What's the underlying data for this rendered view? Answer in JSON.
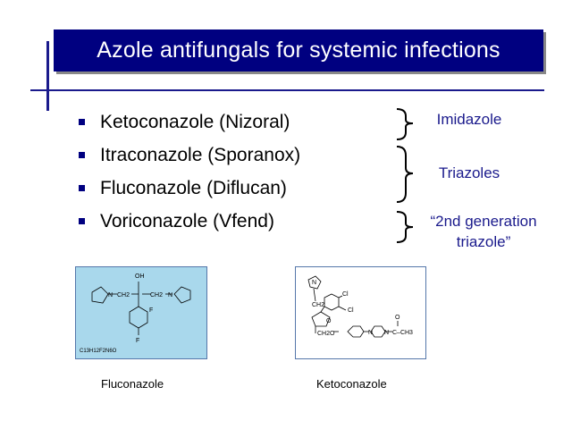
{
  "title": "Azole antifungals for systemic infections",
  "drugs": [
    {
      "label": "Ketoconazole (Nizoral)"
    },
    {
      "label": "Itraconazole (Sporanox)"
    },
    {
      "label": "Fluconazole (Diflucan)"
    },
    {
      "label": "Voriconazole (Vfend)"
    }
  ],
  "classes": {
    "imidazole": "Imidazole",
    "triazoles": "Triazoles",
    "second_gen_line1": "“2nd generation",
    "second_gen_line2": "triazole”"
  },
  "structures": {
    "fluconazole": {
      "caption": "Fluconazole",
      "formula": "C13H12F2N6O",
      "labels": {
        "oh": "OH",
        "n1": "N",
        "n2": "N",
        "ch2a": "CH2",
        "ch2b": "CH2",
        "f1": "F",
        "f2": "F"
      }
    },
    "ketoconazole": {
      "caption": "Ketoconazole",
      "labels": {
        "n_im": "N",
        "ch2": "CH2",
        "cl1": "Cl",
        "cl2": "Cl",
        "o": "O",
        "ch2o": "CH2O",
        "n1": "N",
        "n2": "N",
        "carbonyl_o": "O",
        "acetyl": "C–CH3"
      }
    }
  },
  "colors": {
    "title_bg": "#000080",
    "title_text": "#ffffff",
    "accent": "#1a1a8c",
    "fluconazole_box": "#a9d8ec"
  }
}
